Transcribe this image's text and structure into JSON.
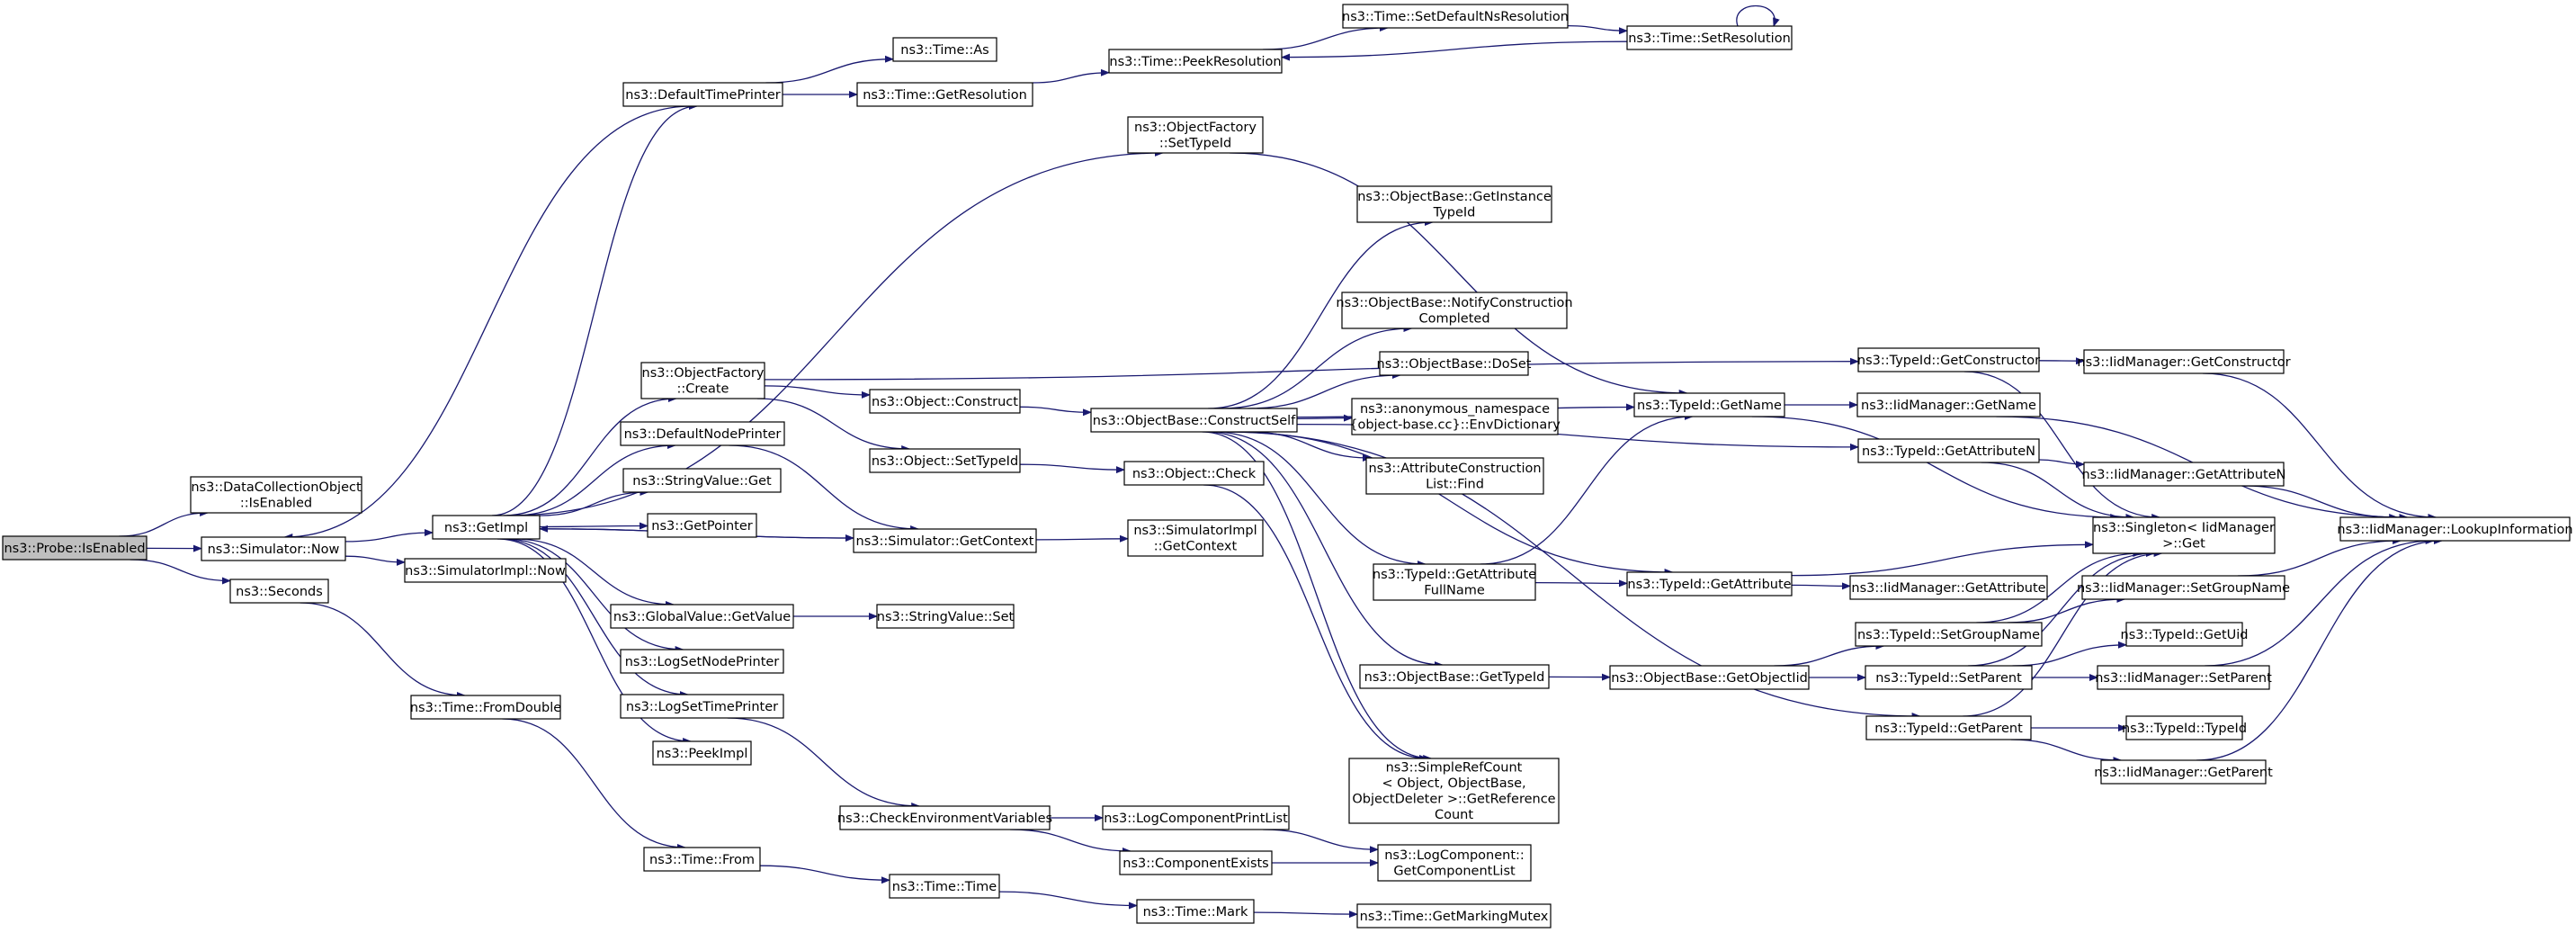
{
  "colors": {
    "edge": "#191970",
    "root_fill": "#bfbfbf",
    "node_fill": "#ffffff",
    "node_border": "#000000"
  },
  "nodes": {
    "probe_isenabled": [
      "ns3::Probe::IsEnabled"
    ],
    "dco_isenabled": [
      "ns3::DataCollectionObject",
      "::IsEnabled"
    ],
    "sim_now": [
      "ns3::Simulator::Now"
    ],
    "seconds": [
      "ns3::Seconds"
    ],
    "getimpl": [
      "ns3::GetImpl"
    ],
    "simimpl_now": [
      "ns3::SimulatorImpl::Now"
    ],
    "time_fromdouble": [
      "ns3::Time::FromDouble"
    ],
    "defaulttimeprinter": [
      "ns3::DefaultTimePrinter"
    ],
    "of_create": [
      "ns3::ObjectFactory",
      "::Create"
    ],
    "defaultnodeprinter": [
      "ns3::DefaultNodePrinter"
    ],
    "stringvalue_get": [
      "ns3::StringValue::Get"
    ],
    "getpointer": [
      "ns3::GetPointer"
    ],
    "globalvalue_getvalue": [
      "ns3::GlobalValue::GetValue"
    ],
    "logsetnodeprinter": [
      "ns3::LogSetNodePrinter"
    ],
    "logsettimeprinter": [
      "ns3::LogSetTimePrinter"
    ],
    "peekimpl": [
      "ns3::PeekImpl"
    ],
    "time_from": [
      "ns3::Time::From"
    ],
    "time_as": [
      "ns3::Time::As"
    ],
    "time_getresolution": [
      "ns3::Time::GetResolution"
    ],
    "time_peekresolution": [
      "ns3::Time::PeekResolution"
    ],
    "time_setdefaultns": [
      "ns3::Time::SetDefaultNsResolution"
    ],
    "time_setresolution": [
      "ns3::Time::SetResolution"
    ],
    "of_settypeid": [
      "ns3::ObjectFactory",
      "::SetTypeId"
    ],
    "object_construct": [
      "ns3::Object::Construct"
    ],
    "object_settypeid": [
      "ns3::Object::SetTypeId"
    ],
    "sim_getcontext": [
      "ns3::Simulator::GetContext"
    ],
    "stringvalue_set": [
      "ns3::StringValue::Set"
    ],
    "checkenvvars": [
      "ns3::CheckEnvironmentVariables"
    ],
    "time_time": [
      "ns3::Time::Time"
    ],
    "ob_constructself": [
      "ns3::ObjectBase::ConstructSelf"
    ],
    "object_check": [
      "ns3::Object::Check"
    ],
    "simimpl_getcontext": [
      "ns3::SimulatorImpl",
      "::GetContext"
    ],
    "logcomp_printlist": [
      "ns3::LogComponentPrintList"
    ],
    "componentexists": [
      "ns3::ComponentExists"
    ],
    "time_mark": [
      "ns3::Time::Mark"
    ],
    "ob_getinstancetypeid": [
      "ns3::ObjectBase::GetInstance",
      "TypeId"
    ],
    "ob_notifyconstruction": [
      "ns3::ObjectBase::NotifyConstruction",
      "Completed"
    ],
    "ob_doset": [
      "ns3::ObjectBase::DoSet"
    ],
    "anon_envdictionary": [
      "ns3::anonymous_namespace",
      "{object-base.cc}::EnvDictionary"
    ],
    "attrconstructionlist_find": [
      "ns3::AttributeConstruction",
      "List::Find"
    ],
    "typeid_getattributefullname": [
      "ns3::TypeId::GetAttribute",
      "FullName"
    ],
    "ob_gettypeid": [
      "ns3::ObjectBase::GetTypeId"
    ],
    "simplerefcount": [
      "ns3::SimpleRefCount",
      "< Object, ObjectBase,",
      "ObjectDeleter >::GetReference",
      "Count"
    ],
    "logcomp_getcomponentlist": [
      "ns3::LogComponent::",
      "GetComponentList"
    ],
    "time_getmarkingmutex": [
      "ns3::Time::GetMarkingMutex"
    ],
    "typeid_getname": [
      "ns3::TypeId::GetName"
    ],
    "typeid_getattribute": [
      "ns3::TypeId::GetAttribute"
    ],
    "ob_getobjectiid": [
      "ns3::ObjectBase::GetObjectIid"
    ],
    "typeid_getconstructor": [
      "ns3::TypeId::GetConstructor"
    ],
    "iid_getname": [
      "ns3::IidManager::GetName"
    ],
    "typeid_getattributen": [
      "ns3::TypeId::GetAttributeN"
    ],
    "iid_getattribute": [
      "ns3::IidManager::GetAttribute"
    ],
    "typeid_setgroupname": [
      "ns3::TypeId::SetGroupName"
    ],
    "typeid_setparent": [
      "ns3::TypeId::SetParent"
    ],
    "typeid_getparent": [
      "ns3::TypeId::GetParent"
    ],
    "iid_getconstructor": [
      "ns3::IidManager::GetConstructor"
    ],
    "iid_getattributen": [
      "ns3::IidManager::GetAttributeN"
    ],
    "singleton_get": [
      "ns3::Singleton< IidManager",
      ">::Get"
    ],
    "iid_setgroupname": [
      "ns3::IidManager::SetGroupName"
    ],
    "typeid_getuid": [
      "ns3::TypeId::GetUid"
    ],
    "iid_setparent": [
      "ns3::IidManager::SetParent"
    ],
    "typeid_typeid": [
      "ns3::TypeId::TypeId"
    ],
    "iid_getparent": [
      "ns3::IidManager::GetParent"
    ],
    "iid_lookupinformation": [
      "ns3::IidManager::LookupInformation"
    ]
  }
}
